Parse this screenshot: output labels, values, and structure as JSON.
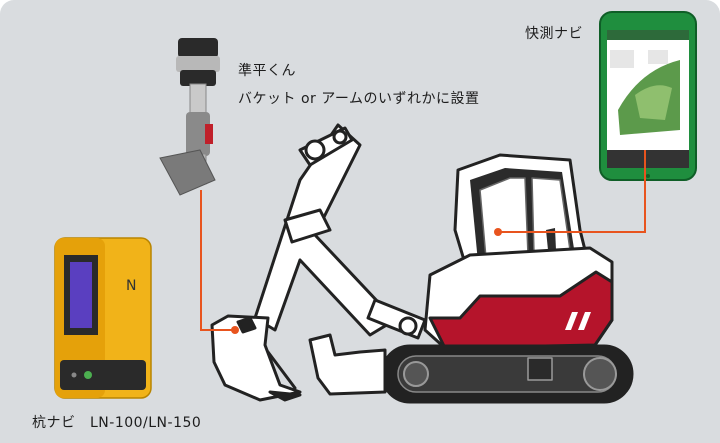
{
  "labels": {
    "navi_app": "快測ナビ",
    "sensor_title": "準平くん",
    "sensor_desc": "バケット or アームのいずれかに設置",
    "station": "杭ナビ　LN-100/LN-150"
  },
  "colors": {
    "background": "#d9dcdf",
    "leader_line": "#e8541e",
    "machine_red": "#b5142b",
    "station_yellow": "#f1b319",
    "device_green": "#1f8e3e",
    "track_dark": "#222222"
  },
  "icons": [
    "prism-sensor-icon",
    "survey-station-icon",
    "tablet-device-icon",
    "excavator-illustration"
  ]
}
